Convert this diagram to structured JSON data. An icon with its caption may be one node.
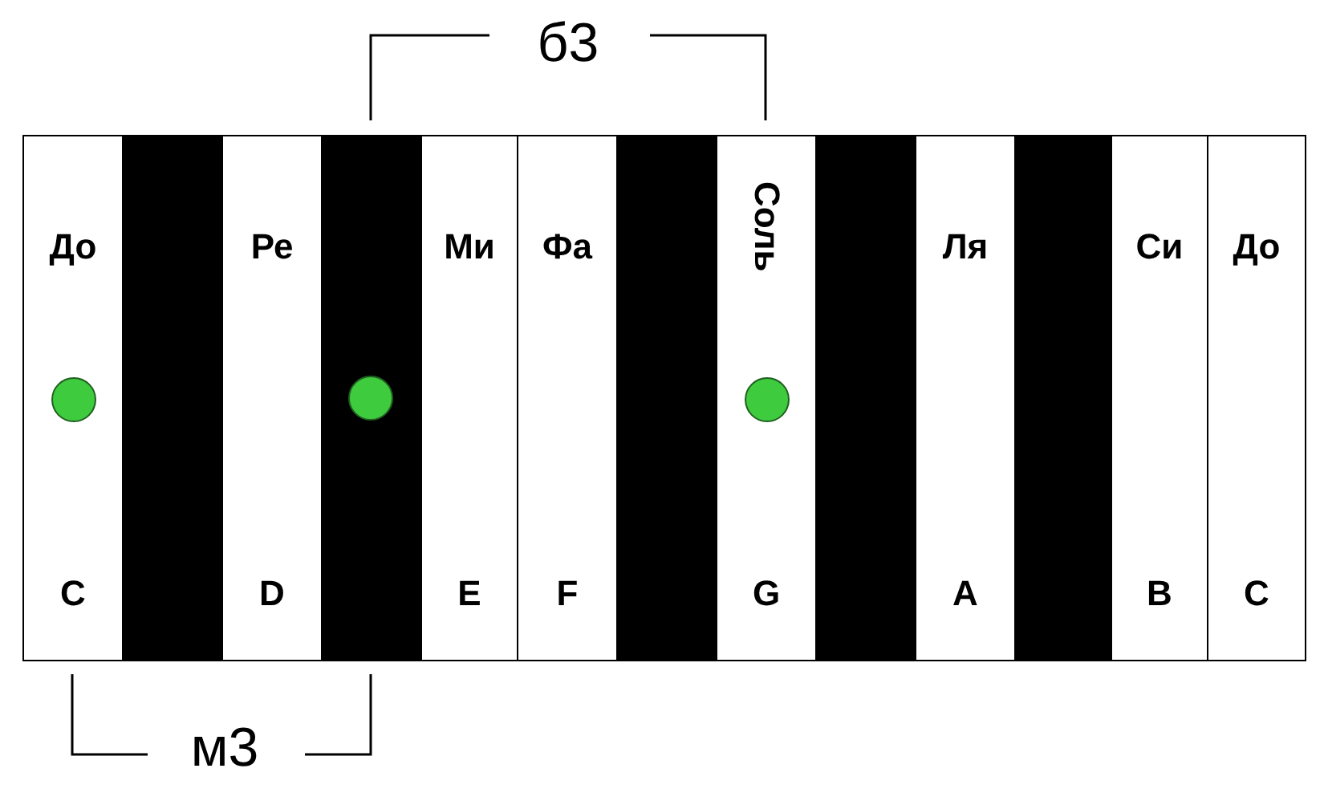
{
  "diagram": {
    "nodes": [
      {
        "text": [
          "До",
          "C"
        ]
      },
      {
        "text": [],
        "shape": "circle",
        "in": 0
      },
      {
        "text": [],
        "shape": "bar"
      },
      {
        "text": [
          "Ре",
          "D"
        ]
      },
      {
        "text": [],
        "shape": "bar"
      },
      {
        "text": [],
        "shape": "circle",
        "in": 4
      },
      {
        "text": [
          "Ми",
          "E"
        ]
      },
      {
        "text": [
          "Фа",
          "F"
        ]
      },
      {
        "text": [],
        "shape": "bar"
      },
      {
        "text": [
          "Соль",
          "G"
        ]
      },
      {
        "text": [],
        "shape": "circle",
        "in": 9
      },
      {
        "text": [],
        "shape": "bar"
      },
      {
        "text": [
          "Ля",
          "A"
        ]
      },
      {
        "text": [],
        "shape": "bar"
      },
      {
        "text": [
          "Си",
          "B"
        ]
      },
      {
        "text": [
          "До",
          "C"
        ]
      }
    ],
    "labels": [
      "б3",
      "м3"
    ]
  }
}
